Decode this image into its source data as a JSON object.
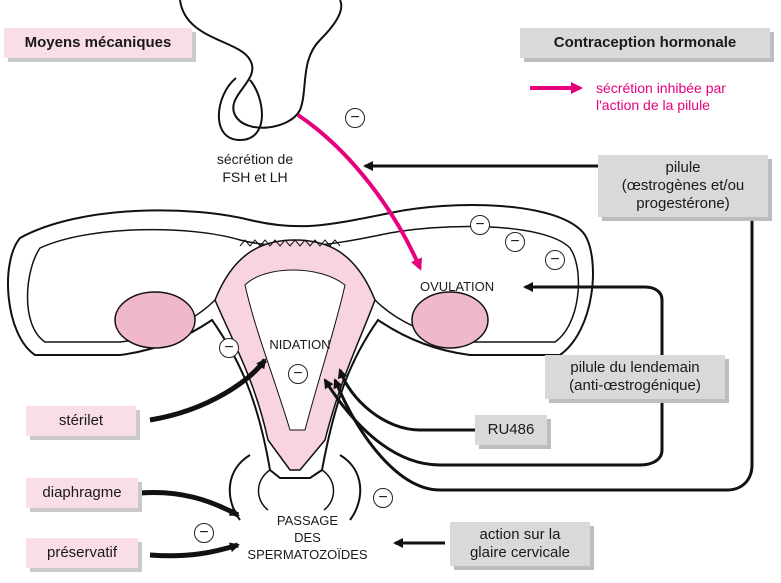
{
  "headers": {
    "mechanical": "Moyens mécaniques",
    "hormonal": "Contraception hormonale"
  },
  "legend": {
    "text": "sécrétion inhibée par\nl'action de la pilule",
    "color": "#e6007e"
  },
  "labels": {
    "secretion": "sécrétion de\nFSH et LH",
    "ovulation": "OVULATION",
    "nidation": "NIDATION",
    "passage": "PASSAGE\nDES\nSPERMATOZOÏDES"
  },
  "methods": {
    "pilule": "pilule\n(œstrogènes et/ou\nprogestérone)",
    "pilule_lendemain": "pilule du lendemain\n(anti-œstrogénique)",
    "ru486": "RU486",
    "glaire": "action sur la\nglaire cervicale",
    "sterilet": "stérilet",
    "diaphragme": "diaphragme",
    "preservatif": "préservatif"
  },
  "symbols": {
    "minus": "−"
  },
  "colors": {
    "uterus_fill": "#f7d4e0",
    "ovary_fill": "#efb8cd",
    "pink_box": "#f9dde7",
    "gray_box": "#d9d9d9"
  }
}
